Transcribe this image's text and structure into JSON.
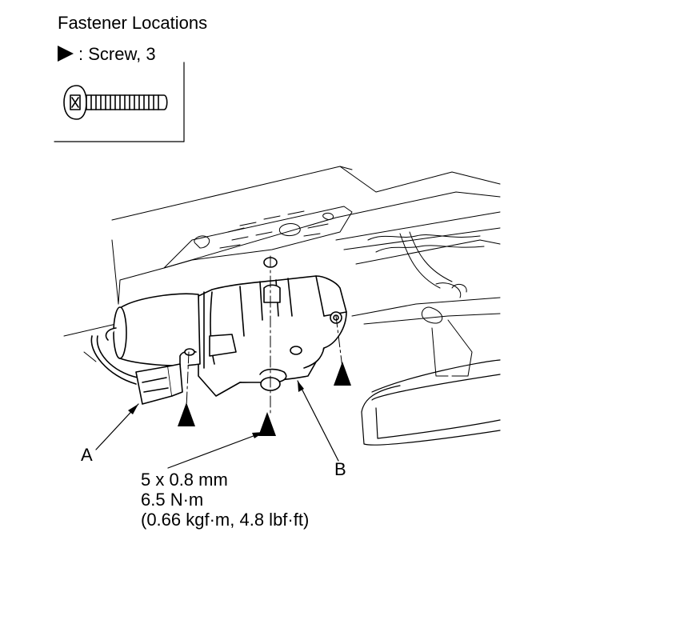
{
  "header": {
    "title": "Fastener Locations"
  },
  "legend": {
    "symbol_icon": "filled-right-triangle-icon",
    "text": ": Screw, 3"
  },
  "callouts": {
    "a": "A",
    "b": "B"
  },
  "spec": {
    "size": "5 x 0.8 mm",
    "torque_nm": "6.5 N·m",
    "torque_alt": "(0.66 kgf·m, 4.8 lbf·ft)"
  },
  "colors": {
    "line": "#000000",
    "background": "#ffffff"
  }
}
